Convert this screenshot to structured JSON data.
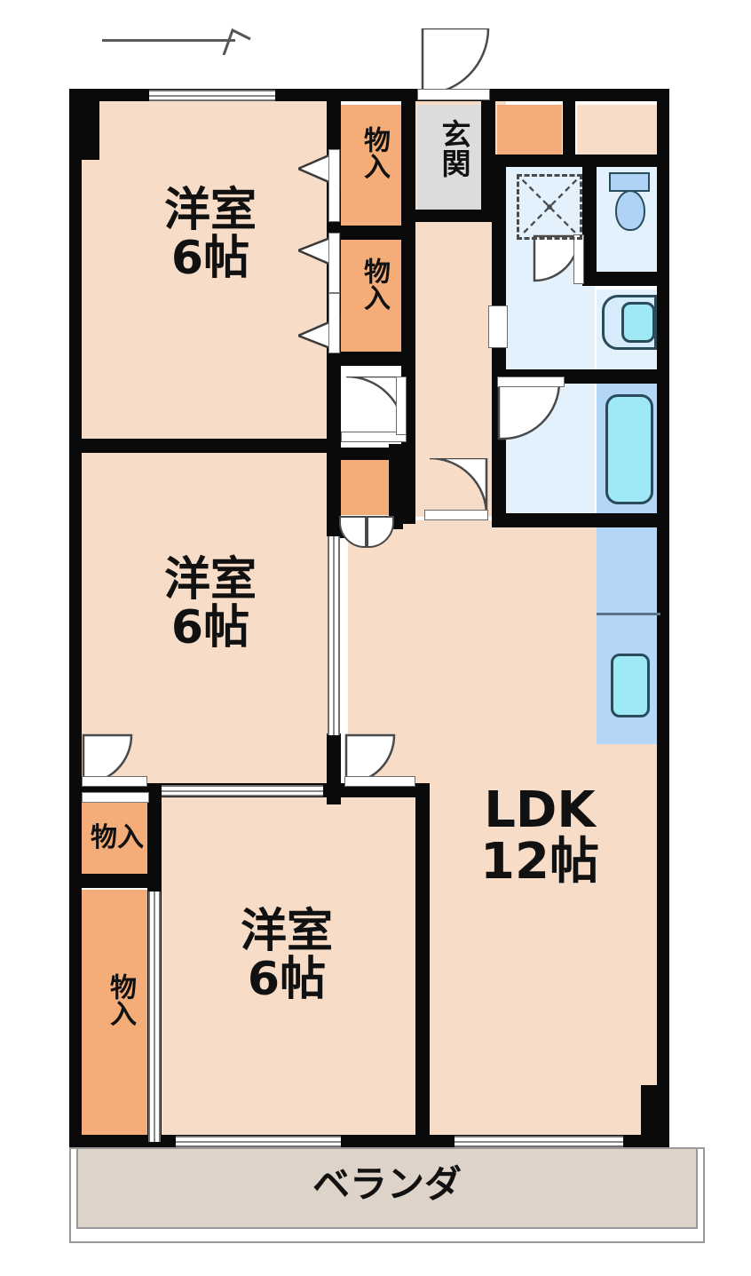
{
  "document": {
    "type": "apartment-floor-plan",
    "layout_name": "3LDK",
    "orientation_marker": "north-arrow-right"
  },
  "rooms": [
    {
      "id": "bedroom_top",
      "name_line1": "洋室",
      "name_line2": "6帖",
      "size": "6帖",
      "color": "#f7ddc8"
    },
    {
      "id": "bedroom_middle",
      "name_line1": "洋室",
      "name_line2": "6帖",
      "size": "6帖",
      "color": "#f7ddc8"
    },
    {
      "id": "bedroom_bottom",
      "name_line1": "洋室",
      "name_line2": "6帖",
      "size": "6帖",
      "color": "#f7ddc8"
    },
    {
      "id": "ldk",
      "name_line1": "LDK",
      "name_line2": "12帖",
      "size": "12帖",
      "color": "#f7ddc8"
    }
  ],
  "labels": {
    "bedroom_top": {
      "line1": "洋室",
      "line2": "6帖"
    },
    "bedroom_middle": {
      "line1": "洋室",
      "line2": "6帖"
    },
    "bedroom_bottom": {
      "line1": "洋室",
      "line2": "6帖"
    },
    "ldk": {
      "line1": "LDK",
      "line2": "12帖"
    },
    "genkan": "玄関",
    "closet_top1": "物入",
    "closet_top2": "物入",
    "closet_small": "物入",
    "closet_large": "物入",
    "veranda": "ベランダ"
  },
  "fixtures": [
    {
      "name": "toilet",
      "label": "",
      "color": "#aed3f4"
    },
    {
      "name": "washing-machine",
      "label": "",
      "color": "#e2f1fb"
    },
    {
      "name": "vanity-sink",
      "label": "",
      "color": "#9fe8f5"
    },
    {
      "name": "bathtub",
      "label": "",
      "color": "#9fe8f5"
    },
    {
      "name": "kitchen-sink",
      "label": "",
      "color": "#9fe8f5"
    }
  ],
  "colors": {
    "room_fill": "#f7ddc8",
    "closet_fill": "#f4ad79",
    "genkan_fill": "#dcdcdc",
    "wet_fill": "#e2f1fb",
    "kitchen_fill": "#b5d7f7",
    "veranda_fill": "#ded3c9",
    "wall": "#0a0a0a",
    "fixture_accent": "#9fe8f5",
    "toilet_blue": "#aed3f4",
    "background": "#ffffff"
  }
}
